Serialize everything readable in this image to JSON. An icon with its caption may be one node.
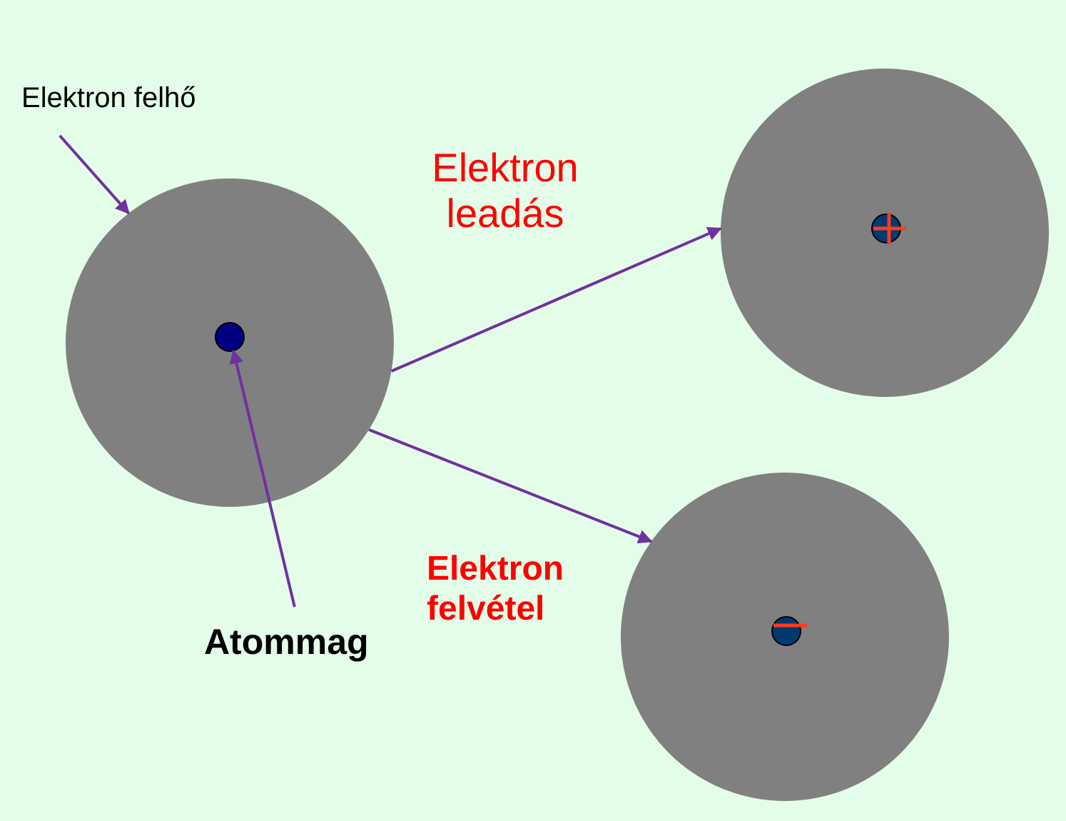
{
  "diagram": {
    "nodes": [
      {
        "text": [
          "Elektron felhő"
        ]
      },
      {
        "text": [],
        "shape": "circle"
      },
      {
        "text": [],
        "shape": "circle",
        "in": 1
      },
      {
        "text": [
          "Atommag"
        ]
      },
      {
        "text": [],
        "shape": "circle"
      },
      {
        "text": [],
        "shape": "circle",
        "in": 4
      },
      {
        "text": [],
        "shape": "circle"
      },
      {
        "text": [],
        "shape": "circle",
        "in": 6
      }
    ],
    "edges": [
      {
        "from": 0,
        "to": 1,
        "arrow": "to"
      },
      {
        "from": 3,
        "to": 2,
        "arrow": "to"
      },
      {
        "from": 1,
        "to": 4,
        "arrow": "to",
        "label": "Elektron leadás"
      },
      {
        "from": 1,
        "to": 6,
        "arrow": "to",
        "label": "Elektron felvétel"
      }
    ]
  }
}
